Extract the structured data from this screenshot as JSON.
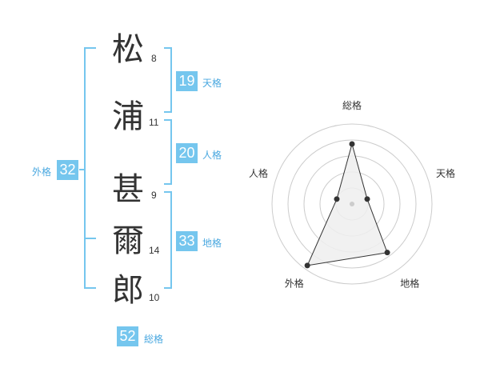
{
  "name": {
    "characters": [
      {
        "char": "松",
        "strokes": "8"
      },
      {
        "char": "浦",
        "strokes": "11"
      },
      {
        "char": "甚",
        "strokes": "9"
      },
      {
        "char": "爾",
        "strokes": "14"
      },
      {
        "char": "郎",
        "strokes": "10"
      }
    ]
  },
  "scores": {
    "tenkaku": {
      "value": "19",
      "label": "天格"
    },
    "jinkaku": {
      "value": "20",
      "label": "人格"
    },
    "chikaku": {
      "value": "33",
      "label": "地格"
    },
    "gaikaku": {
      "value": "32",
      "label": "外格"
    },
    "soukaku": {
      "value": "52",
      "label": "総格"
    }
  },
  "colors": {
    "accent": "#75c6ee",
    "label_accent": "#4aa8e0",
    "text": "#333333",
    "grid": "#cccccc",
    "polygon_fill": "#eeeeee"
  },
  "chart_data": {
    "type": "radar",
    "axes": [
      "総格",
      "天格",
      "地格",
      "外格",
      "人格"
    ],
    "values": [
      0.75,
      0.2,
      0.75,
      0.95,
      0.2
    ],
    "rlim": [
      0,
      1
    ],
    "rings": 5,
    "center_marker": true
  }
}
